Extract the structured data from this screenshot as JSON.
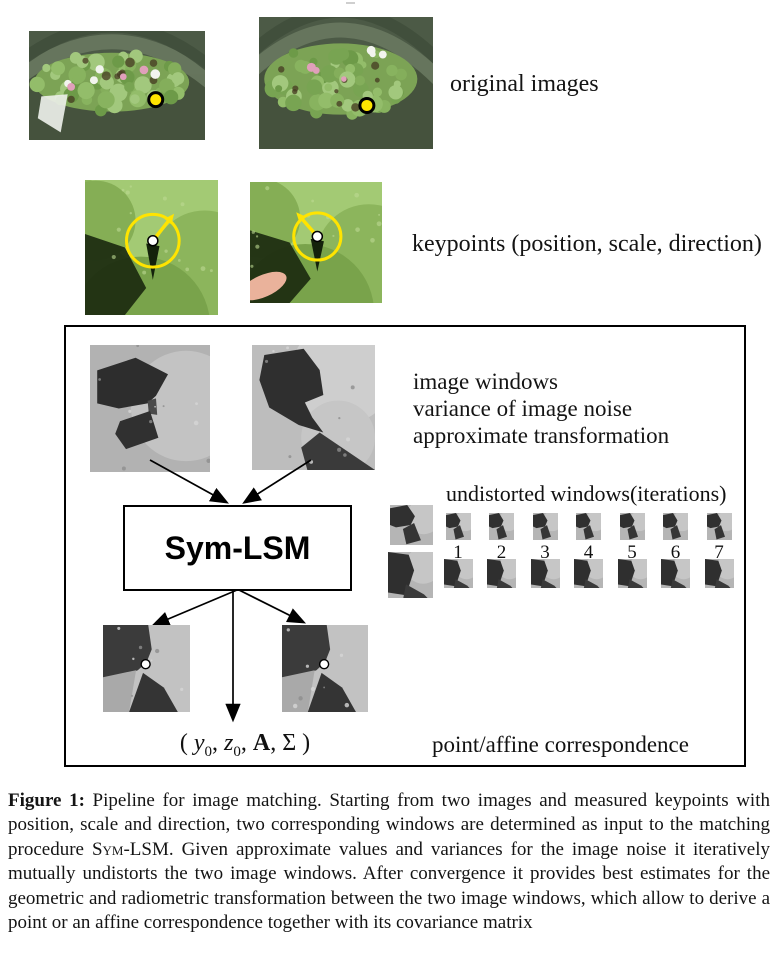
{
  "figure": {
    "labels": {
      "originals": "original images",
      "keypoints": "keypoints (position, scale, direction)",
      "inputs_line1": "image windows",
      "inputs_line2": "variance of image noise",
      "inputs_line3": "approximate transformation",
      "procedure": "Sym-LSM",
      "undistorted": "undistorted windows(iterations)",
      "correspondence": "point/affine correspondence"
    },
    "iterations": [
      "1",
      "2",
      "3",
      "4",
      "5",
      "6",
      "7"
    ],
    "formula": {
      "display": "( y0, z0, A, Σ )",
      "open": "( ",
      "y": "y",
      "y_sub": "0",
      "c1": ",  ",
      "z": "z",
      "z_sub": "0",
      "c2": ",  ",
      "A": "A",
      "c3": ",  ",
      "sigma": "Σ",
      "close": " )"
    },
    "caption": {
      "label": "Figure 1:",
      "before_sym": " Pipeline for image matching. Starting from two images and measured keypoints with position, scale and direction, two corresponding windows are determined as input to the matching procedure ",
      "sym": "Sym",
      "after_sym": "-LSM. Given approximate values and variances for the image noise it iteratively mutually undistorts the two image windows. After convergence it provides best estimates for the geometric and radiometric transformation between the two image windows, which allow to derive a point or an affine correspondence together with its covariance matrix"
    },
    "colors": {
      "marker_yellow": "#ffe400",
      "box_border": "#000000",
      "leaf_green": "#8fb95f",
      "water_green": "#45523d"
    }
  }
}
